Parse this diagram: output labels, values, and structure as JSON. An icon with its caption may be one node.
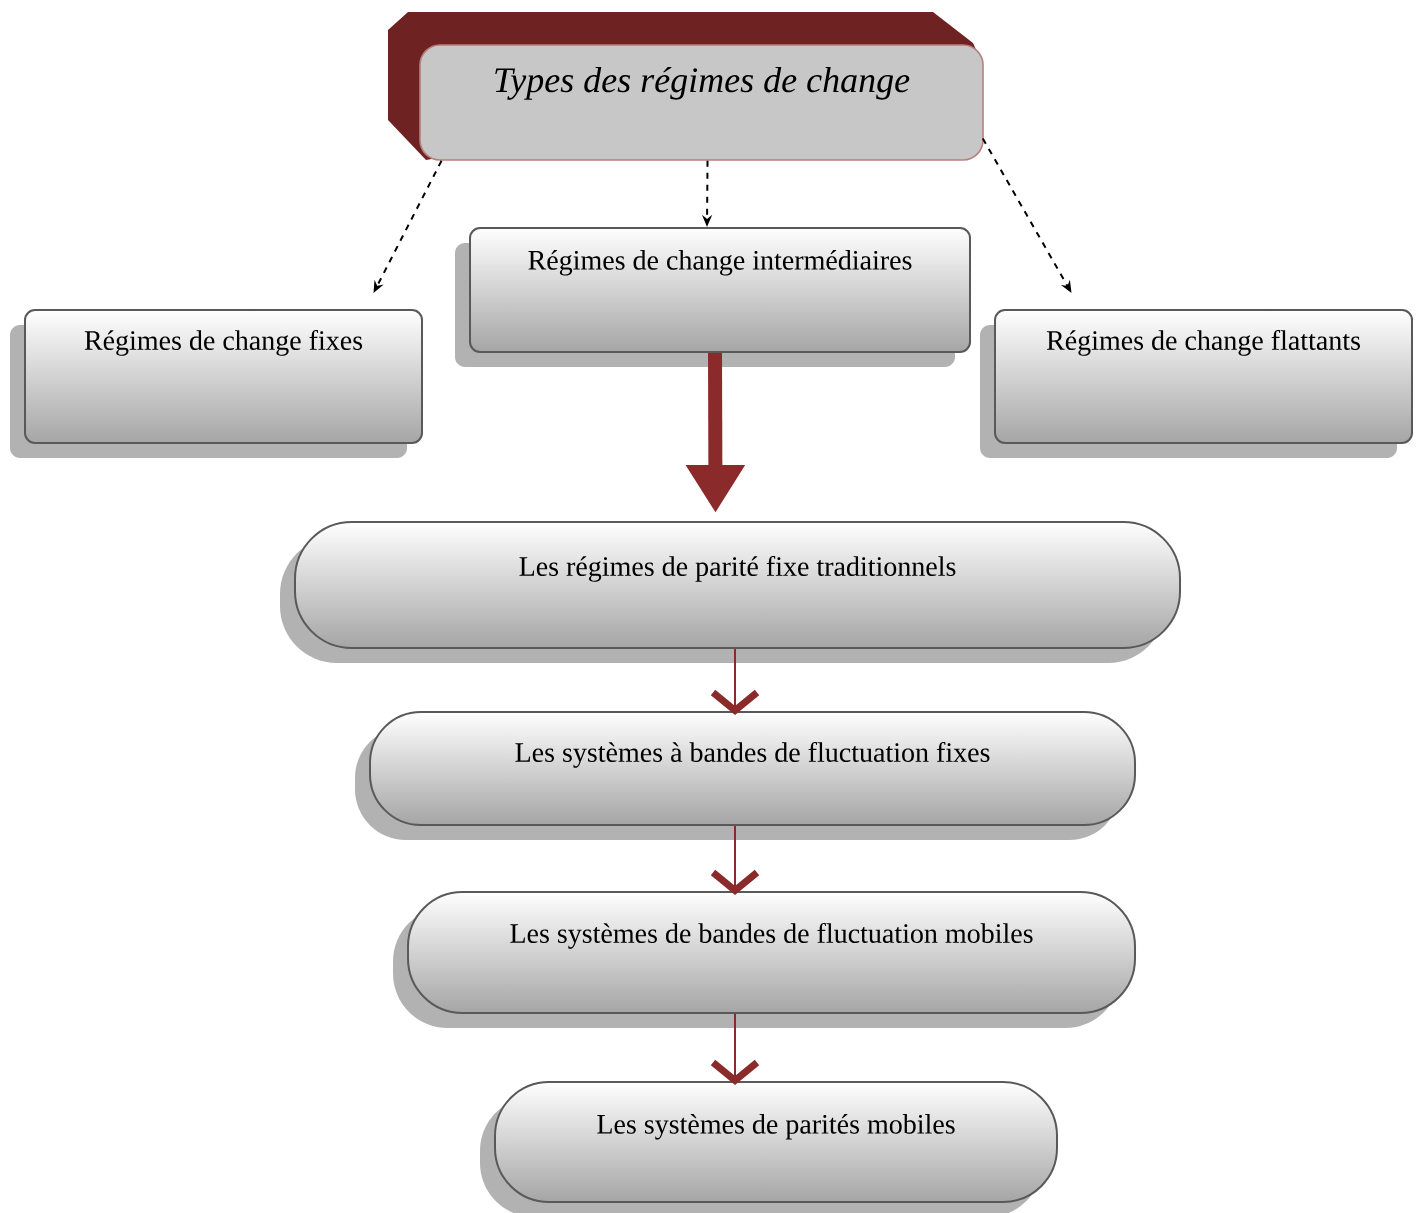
{
  "diagram": {
    "nodes": [
      {
        "text": [
          "Types des régimes de change"
        ]
      },
      {
        "text": [
          "Régimes de change fixes"
        ]
      },
      {
        "text": [
          "Régimes de change intermédiaires"
        ]
      },
      {
        "text": [
          "Régimes de change flattants"
        ]
      },
      {
        "text": [
          "Les régimes de parité fixe traditionnels"
        ]
      },
      {
        "text": [
          "Les systèmes à bandes de fluctuation fixes"
        ]
      },
      {
        "text": [
          "Les systèmes de bandes de fluctuation mobiles"
        ]
      },
      {
        "text": [
          "Les systèmes de parités mobiles"
        ]
      }
    ],
    "edges": [
      {
        "from": 0,
        "to": 1,
        "arrow": "to",
        "style": "dashed",
        "color": "#000000"
      },
      {
        "from": 0,
        "to": 2,
        "arrow": "to",
        "style": "dashed",
        "color": "#000000"
      },
      {
        "from": 0,
        "to": 3,
        "arrow": "to",
        "style": "dashed",
        "color": "#000000"
      },
      {
        "from": 2,
        "to": 4,
        "arrow": "to",
        "style": "thick"
      },
      {
        "from": 4,
        "to": 5,
        "arrow": "to"
      },
      {
        "from": 5,
        "to": 6,
        "arrow": "to"
      },
      {
        "from": 6,
        "to": 7,
        "arrow": "to"
      }
    ]
  }
}
